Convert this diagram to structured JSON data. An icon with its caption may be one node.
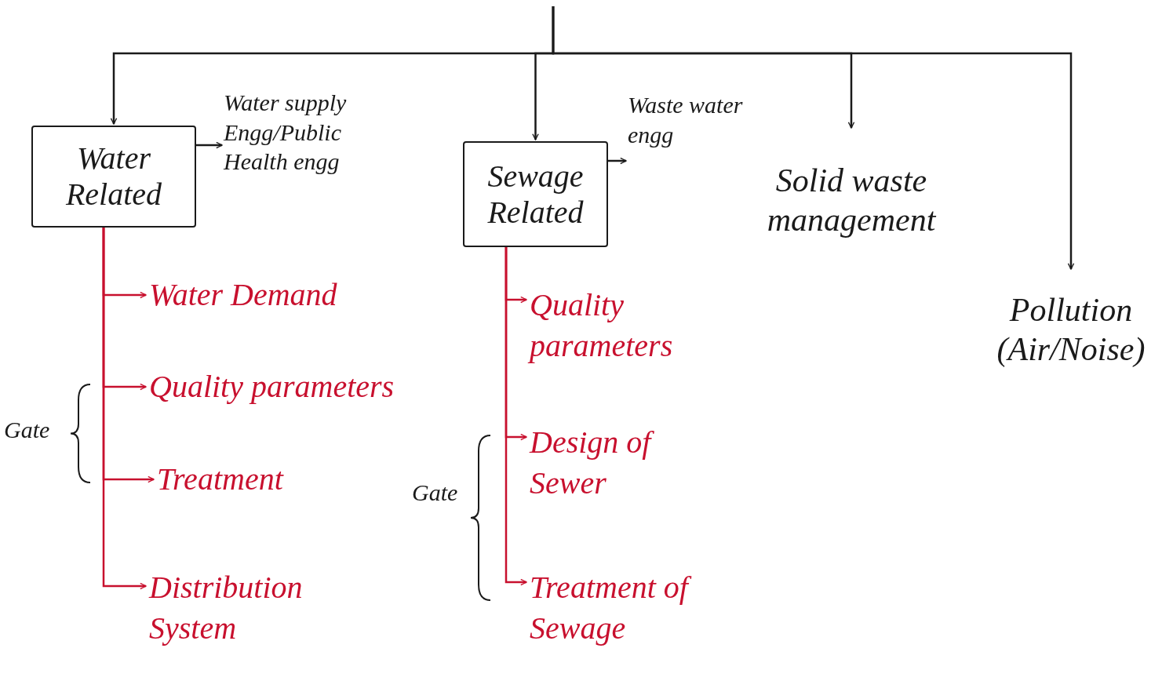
{
  "diagram": {
    "nodes": [
      {
        "text": [
          "Water Related"
        ]
      },
      {
        "text": [
          "Water supply Engg/Public Health engg"
        ]
      },
      {
        "text": [
          "Sewage Related"
        ]
      },
      {
        "text": [
          "Waste water engg"
        ]
      },
      {
        "text": [
          "Solid waste management"
        ]
      },
      {
        "text": [
          "Pollution (Air/Noise)"
        ]
      },
      {
        "text": [
          "Water Demand"
        ]
      },
      {
        "text": [
          "Quality parameters"
        ]
      },
      {
        "text": [
          "Treatment"
        ]
      },
      {
        "text": [
          "Distribution System"
        ]
      },
      {
        "text": [
          "Quality parameters"
        ]
      },
      {
        "text": [
          "Design of Sewer"
        ]
      },
      {
        "text": [
          "Treatment of Sewage"
        ]
      }
    ],
    "edges": [
      {
        "from": null,
        "to": 0,
        "arrow": "to",
        "color": "#1a1a1a"
      },
      {
        "from": null,
        "to": 2,
        "arrow": "to",
        "color": "#1a1a1a"
      },
      {
        "from": null,
        "to": 4,
        "arrow": "to",
        "color": "#1a1a1a"
      },
      {
        "from": null,
        "to": 5,
        "arrow": "to",
        "color": "#1a1a1a"
      },
      {
        "from": 0,
        "to": 1,
        "arrow": "to",
        "color": "#1a1a1a"
      },
      {
        "from": 2,
        "to": 3,
        "arrow": "to",
        "color": "#1a1a1a"
      },
      {
        "from": 0,
        "to": 6,
        "arrow": "to",
        "color": "#c8102e"
      },
      {
        "from": 0,
        "to": 7,
        "arrow": "to",
        "color": "#c8102e"
      },
      {
        "from": 0,
        "to": 8,
        "arrow": "to",
        "color": "#c8102e"
      },
      {
        "from": 0,
        "to": 9,
        "arrow": "to",
        "color": "#c8102e"
      },
      {
        "from": 2,
        "to": 10,
        "arrow": "to",
        "color": "#c8102e"
      },
      {
        "from": 2,
        "to": 11,
        "arrow": "to",
        "color": "#c8102e"
      },
      {
        "from": 2,
        "to": 12,
        "arrow": "to",
        "color": "#c8102e"
      }
    ],
    "labels": [
      "Gate",
      "Gate"
    ]
  }
}
